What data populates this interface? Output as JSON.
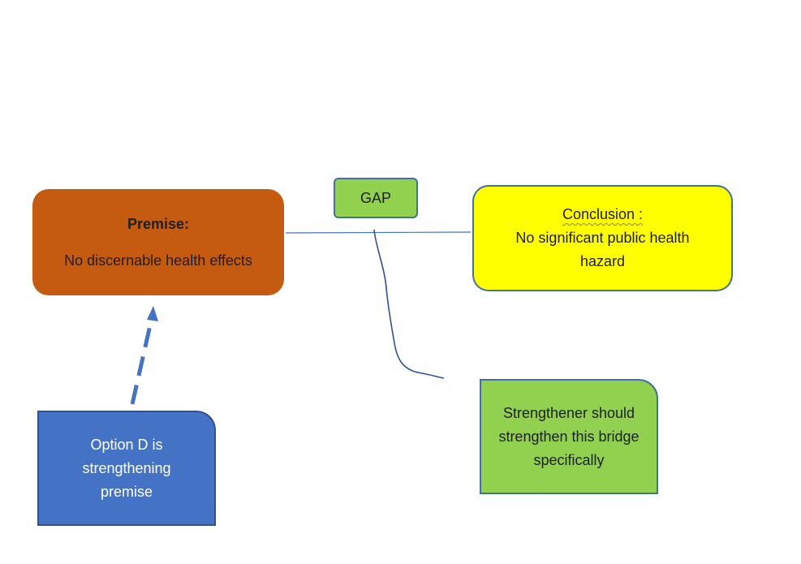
{
  "diagram": {
    "premise": {
      "heading": "Premise:",
      "text": "No discernable health effects",
      "fill_color": "#c55a11"
    },
    "gap": {
      "label": "GAP",
      "fill_color": "#92d050"
    },
    "conclusion": {
      "heading": "Conclusion :",
      "text": "No significant public health hazard",
      "fill_color": "#ffff00"
    },
    "option": {
      "text": "Option D is strengthening premise",
      "fill_color": "#4472c4"
    },
    "strengthener": {
      "text": "Strengthener should strengthen this bridge specifically",
      "fill_color": "#92d050"
    },
    "connector_color": "#4472c4"
  }
}
